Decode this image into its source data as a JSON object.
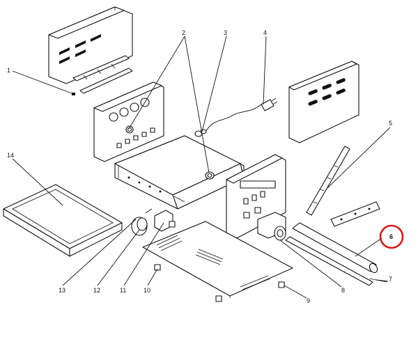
{
  "callouts": [
    {
      "id": "c1",
      "label": "1"
    },
    {
      "id": "c2",
      "label": "2"
    },
    {
      "id": "c3",
      "label": "3"
    },
    {
      "id": "c4",
      "label": "4"
    },
    {
      "id": "c5",
      "label": "5"
    },
    {
      "id": "c6",
      "label": "6",
      "highlighted": true
    },
    {
      "id": "c7",
      "label": "7"
    },
    {
      "id": "c8",
      "label": "8"
    },
    {
      "id": "c9",
      "label": "9"
    },
    {
      "id": "c10",
      "label": "10"
    },
    {
      "id": "c11",
      "label": "11"
    },
    {
      "id": "c12",
      "label": "12"
    },
    {
      "id": "c13",
      "label": "13"
    },
    {
      "id": "c14",
      "label": "14"
    }
  ],
  "colors": {
    "line": "#111111",
    "highlight": "#d81a1a",
    "background": "#ffffff"
  }
}
